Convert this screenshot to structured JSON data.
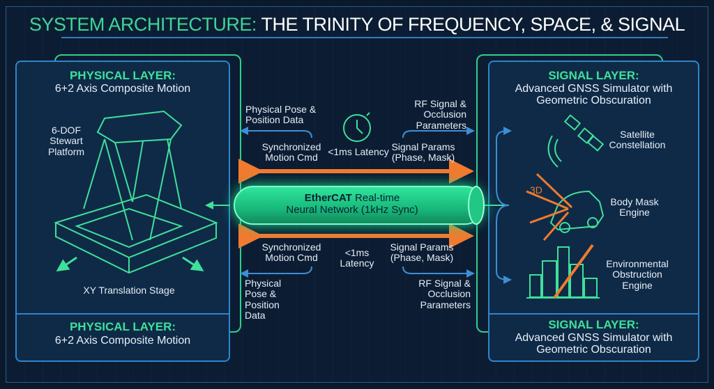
{
  "title": {
    "accent": "SYSTEM ARCHITECTURE:",
    "rest": "THE TRINITY OF FREQUENCY, SPACE, & SIGNAL"
  },
  "left_panel": {
    "heading": "PHYSICAL LAYER:",
    "subheading": "6+2 Axis Composite Motion",
    "platform_label": "6-DOF Stewart Platform",
    "stage_label": "XY Translation Stage",
    "footer_heading": "PHYSICAL LAYER:",
    "footer_subheading": "6+2 Axis Composite Motion"
  },
  "right_panel": {
    "heading": "SIGNAL LAYER:",
    "subheading": "Advanced GNSS Simulator with Geometric Obscuration",
    "items": [
      {
        "label": "Satellite Constellation"
      },
      {
        "label": "Body Mask Engine",
        "tag": "3D"
      },
      {
        "label": "Environmental Obstruction Engine"
      }
    ],
    "footer_heading": "SIGNAL LAYER:",
    "footer_subheading": "Advanced GNSS Simulator with Geometric Obscuration"
  },
  "center": {
    "bus_bold": "EtherCAT",
    "bus_rest": "Real-time",
    "bus_line2": "Neural Network (1kHz Sync)",
    "top": {
      "pose": "Physical Pose & Position Data",
      "rf": "RF Signal & Occlusion Parameters",
      "motion": "Synchronized Motion Cmd",
      "latency": "<1ms Latency",
      "params": "Signal Params (Phase, Mask)"
    },
    "bottom": {
      "pose": "Physical Pose & Position Data",
      "rf": "RF Signal & Occlusion Parameters",
      "motion": "Synchronized Motion Cmd",
      "latency": "<1ms Latency",
      "params": "Signal Params (Phase, Mask)"
    }
  },
  "colors": {
    "accent": "#3fd597",
    "panel": "#2f86c9",
    "arrow": "#f07a2e"
  }
}
